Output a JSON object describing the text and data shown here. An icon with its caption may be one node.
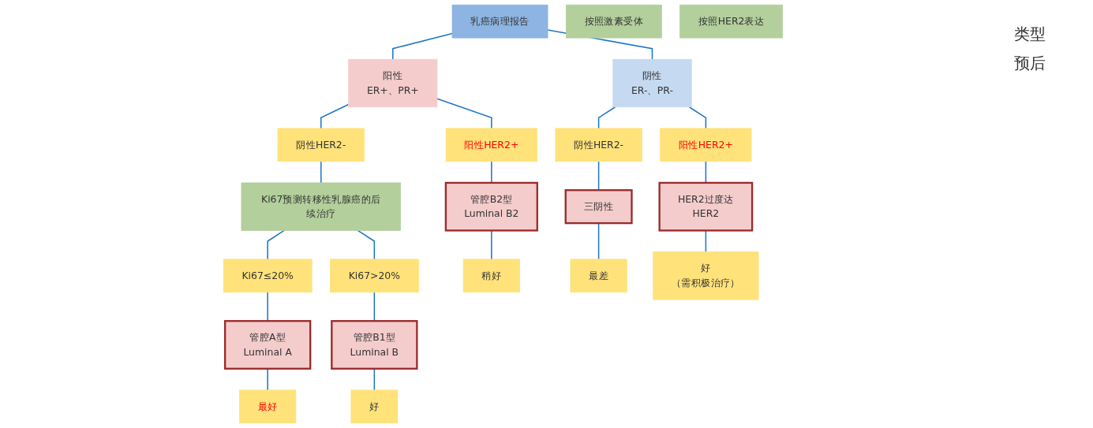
{
  "diagram": {
    "nodes": [
      {
        "text": [
          "乳癌病理报告"
        ]
      },
      {
        "text": [
          "阳性",
          "ER+、PR+"
        ]
      },
      {
        "text": [
          "按照激素受体"
        ]
      },
      {
        "text": [
          "阴性",
          "ER-、PR-"
        ]
      },
      {
        "text": [
          "阴性HER2-"
        ]
      },
      {
        "text": [
          "阳性HER2+"
        ]
      },
      {
        "text": [
          "阴性HER2-"
        ]
      },
      {
        "text": [
          "阳性HER2+"
        ]
      },
      {
        "text": [
          "Ki67≤20%"
        ]
      },
      {
        "text": [
          "Ki67预测转移性乳腺癌的后续治疗"
        ]
      },
      {
        "text": [
          "Ki67>20%"
        ]
      },
      {
        "text": [
          "按照HER2表达"
        ]
      },
      {
        "text": [
          "管腔A型",
          "Luminal A"
        ]
      },
      {
        "text": [
          "管腔B1型",
          "Luminal B"
        ]
      },
      {
        "text": [
          "管腔B2型",
          "Luminal B2"
        ]
      },
      {
        "text": [
          "三阴性"
        ]
      },
      {
        "text": [
          "HER2过度达",
          "HER2"
        ]
      },
      {
        "text": [
          "最好"
        ]
      },
      {
        "text": [
          "好"
        ]
      },
      {
        "text": [
          "稍好"
        ]
      },
      {
        "text": [
          "最差"
        ]
      },
      {
        "text": [
          "好",
          "（需积极治疗）"
        ]
      }
    ],
    "edges": [
      {
        "from": 0,
        "to": 1,
        "arrow": "none"
      },
      {
        "from": 0,
        "to": 3,
        "arrow": "none"
      },
      {
        "from": 1,
        "to": 4,
        "arrow": "none"
      },
      {
        "from": 1,
        "to": 5,
        "arrow": "none"
      },
      {
        "from": 3,
        "to": 6,
        "arrow": "none"
      },
      {
        "from": 3,
        "to": 7,
        "arrow": "none"
      },
      {
        "from": 4,
        "to": 9,
        "arrow": "none"
      },
      {
        "from": 9,
        "to": 8,
        "arrow": "none"
      },
      {
        "from": 9,
        "to": 10,
        "arrow": "none"
      },
      {
        "from": 8,
        "to": 12,
        "arrow": "none"
      },
      {
        "from": 10,
        "to": 13,
        "arrow": "none"
      },
      {
        "from": 5,
        "to": 14,
        "arrow": "none"
      },
      {
        "from": 6,
        "to": 15,
        "arrow": "none"
      },
      {
        "from": 7,
        "to": 16,
        "arrow": "none"
      },
      {
        "from": 12,
        "to": 17,
        "arrow": "none"
      },
      {
        "from": 13,
        "to": 18,
        "arrow": "none"
      },
      {
        "from": 14,
        "to": 19,
        "arrow": "none"
      },
      {
        "from": 15,
        "to": 20,
        "arrow": "none"
      },
      {
        "from": 16,
        "to": 21,
        "arrow": "none"
      }
    ],
    "labels": [
      "类型",
      "预后"
    ]
  }
}
